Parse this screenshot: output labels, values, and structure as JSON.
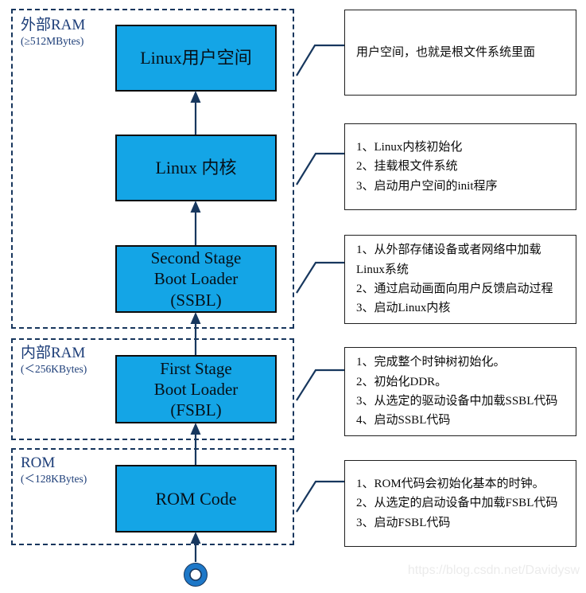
{
  "regions": [
    {
      "name": "外部RAM",
      "size": "(≥512MBytes)"
    },
    {
      "name": "内部RAM",
      "size": "(＜256KBytes)"
    },
    {
      "name": "ROM",
      "size": "(＜128KBytes)"
    }
  ],
  "blocks": [
    {
      "label": "Linux用户空间"
    },
    {
      "label": "Linux 内核"
    },
    {
      "label": "Second Stage\nBoot Loader\n(SSBL)"
    },
    {
      "label": "First Stage\nBoot Loader\n(FSBL)"
    },
    {
      "label": "ROM Code"
    }
  ],
  "annotations": [
    {
      "text": "用户空间，也就是根文件系统里面"
    },
    {
      "text": "1、Linux内核初始化\n2、挂载根文件系统\n3、启动用户空间的init程序"
    },
    {
      "text": "1、从外部存储设备或者网络中加载\nLinux系统\n2、通过启动画面向用户反馈启动过程\n3、启动Linux内核"
    },
    {
      "text": "1、完成整个时钟树初始化。\n2、初始化DDR。\n3、从选定的驱动设备中加载SSBL代码\n4、启动SSBL代码"
    },
    {
      "text": "1、ROM代码会初始化基本的时钟。\n2、从选定的启动设备中加载FSBL代码\n3、启动FSBL代码"
    }
  ],
  "watermark": "https://blog.csdn.net/Davidysw",
  "colors": {
    "block_fill": "#14A5E6",
    "outline_navy": "#17365D",
    "leader_navy": "#17375E",
    "start_node_blue": "#1E78C8"
  }
}
